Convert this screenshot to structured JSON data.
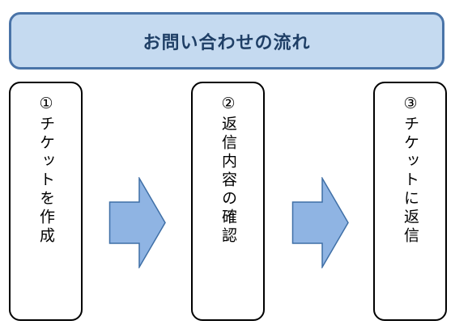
{
  "title": "お問い合わせの流れ",
  "steps": [
    {
      "label": "①チケットを作成"
    },
    {
      "label": "②返信内容の確認"
    },
    {
      "label": "③チケットに返信"
    }
  ],
  "colors": {
    "title_fill": "#c5daf0",
    "title_border": "#4a74a8",
    "title_text": "#1f3f66",
    "arrow_fill": "#8fb4e3",
    "arrow_border": "#3f6fa6",
    "box_border": "#000000"
  }
}
